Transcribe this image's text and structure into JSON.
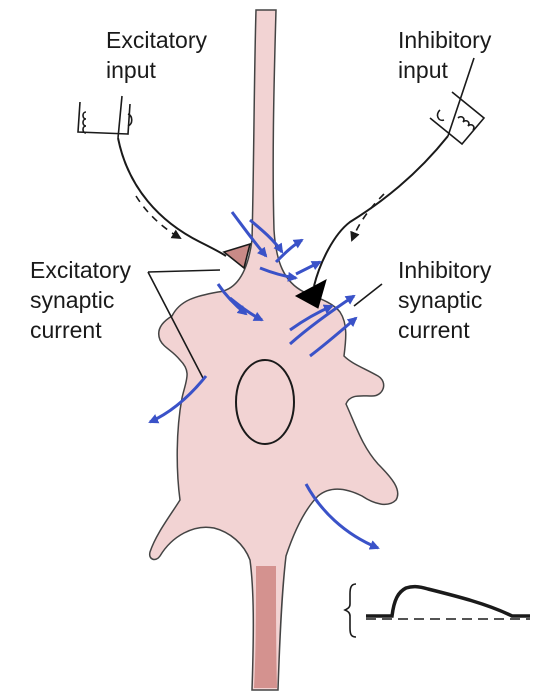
{
  "labels": {
    "excitatory_input": [
      "Excitatory",
      "input"
    ],
    "inhibitory_input": [
      "Inhibitory",
      "input"
    ],
    "excitatory_current": [
      "Excitatory",
      "synaptic",
      "current"
    ],
    "inhibitory_current": [
      "Inhibitory",
      "synaptic",
      "current"
    ]
  },
  "colors": {
    "soma_fill": "#f2d3d3",
    "axon_hillock": "#d4928f",
    "excitatory_terminal": "#c98a87",
    "inhibitory_terminal": "#000000",
    "current_arrows": "#3a52c8",
    "line": "#1a1a1a"
  },
  "icons": {
    "excitatory_stimulator": "coil-electrode-icon",
    "inhibitory_stimulator": "coil-electrode-icon",
    "recording_trace": "membrane-potential-trace-icon"
  }
}
